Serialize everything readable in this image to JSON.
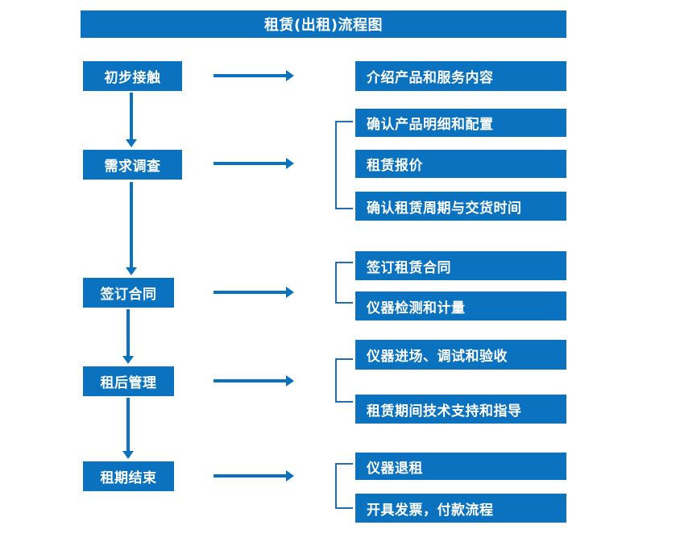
{
  "diagram": {
    "title": "租赁(出租)流程图",
    "accent_color": "#0b72c0",
    "bracket_color": "#1f6fb2",
    "background_color": "#ffffff",
    "text_color": "#ffffff"
  },
  "stages": [
    {
      "label": "初步接触"
    },
    {
      "label": "需求调查"
    },
    {
      "label": "签订合同"
    },
    {
      "label": "租后管理"
    },
    {
      "label": "租期结束"
    }
  ],
  "details": {
    "group1": [
      {
        "label": "介绍产品和服务内容"
      }
    ],
    "group2": [
      {
        "label": "确认产品明细和配置"
      },
      {
        "label": "租赁报价"
      },
      {
        "label": "确认租赁周期与交货时间"
      }
    ],
    "group3": [
      {
        "label": "签订租赁合同"
      },
      {
        "label": "仪器检测和计量"
      }
    ],
    "group4": [
      {
        "label": "仪器进场、调试和验收"
      },
      {
        "label": "租赁期间技术支持和指导"
      }
    ],
    "group5": [
      {
        "label": "仪器退租"
      },
      {
        "label": "开具发票，付款流程"
      }
    ]
  },
  "connectors": {
    "horizontal_arrows": [
      {
        "name": "arrow-stage-1-to-details"
      },
      {
        "name": "arrow-stage-2-to-details"
      },
      {
        "name": "arrow-stage-3-to-details"
      },
      {
        "name": "arrow-stage-4-to-details"
      },
      {
        "name": "arrow-stage-5-to-details"
      }
    ],
    "vertical_arrows": [
      {
        "name": "arrow-stage-1-to-2"
      },
      {
        "name": "arrow-stage-2-to-3"
      },
      {
        "name": "arrow-stage-3-to-4"
      },
      {
        "name": "arrow-stage-4-to-5"
      }
    ],
    "brackets": [
      {
        "name": "bracket-group-2"
      },
      {
        "name": "bracket-group-3"
      },
      {
        "name": "bracket-group-4"
      },
      {
        "name": "bracket-group-5"
      }
    ]
  }
}
